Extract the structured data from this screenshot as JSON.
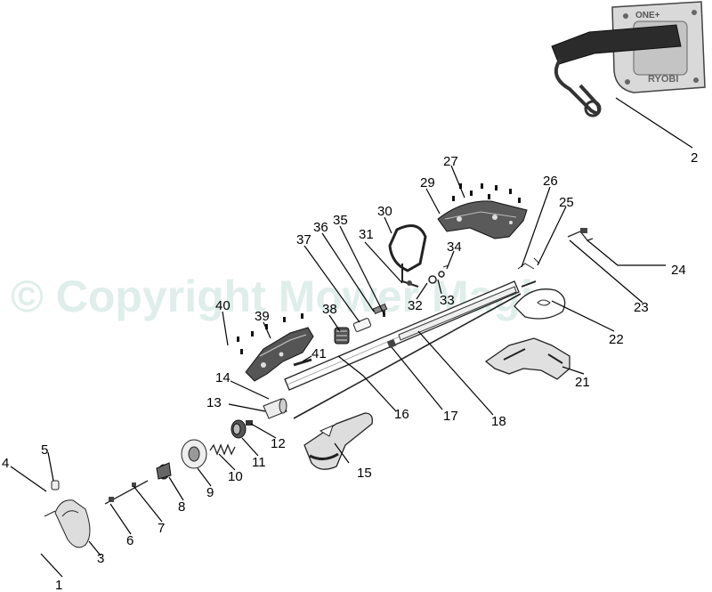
{
  "watermark": "© Copyright Mower Magic",
  "bracket": {
    "brand_top": "ONE+",
    "brand_bottom": "RYOBI"
  },
  "callouts": [
    {
      "id": "1",
      "label": "1"
    },
    {
      "id": "2",
      "label": "2"
    },
    {
      "id": "3",
      "label": "3"
    },
    {
      "id": "4",
      "label": "4"
    },
    {
      "id": "5",
      "label": "5"
    },
    {
      "id": "6",
      "label": "6"
    },
    {
      "id": "7",
      "label": "7"
    },
    {
      "id": "8",
      "label": "8"
    },
    {
      "id": "9",
      "label": "9"
    },
    {
      "id": "10",
      "label": "10"
    },
    {
      "id": "11",
      "label": "11"
    },
    {
      "id": "12",
      "label": "12"
    },
    {
      "id": "13",
      "label": "13"
    },
    {
      "id": "14",
      "label": "14"
    },
    {
      "id": "15",
      "label": "15"
    },
    {
      "id": "16",
      "label": "16"
    },
    {
      "id": "17",
      "label": "17"
    },
    {
      "id": "18",
      "label": "18"
    },
    {
      "id": "21",
      "label": "21"
    },
    {
      "id": "22",
      "label": "22"
    },
    {
      "id": "23",
      "label": "23"
    },
    {
      "id": "24",
      "label": "24"
    },
    {
      "id": "25",
      "label": "25"
    },
    {
      "id": "26",
      "label": "26"
    },
    {
      "id": "27",
      "label": "27"
    },
    {
      "id": "29",
      "label": "29"
    },
    {
      "id": "30",
      "label": "30"
    },
    {
      "id": "31",
      "label": "31"
    },
    {
      "id": "32",
      "label": "32"
    },
    {
      "id": "33",
      "label": "33"
    },
    {
      "id": "34",
      "label": "34"
    },
    {
      "id": "35",
      "label": "35"
    },
    {
      "id": "36",
      "label": "36"
    },
    {
      "id": "37",
      "label": "37"
    },
    {
      "id": "38",
      "label": "38"
    },
    {
      "id": "39",
      "label": "39"
    },
    {
      "id": "40",
      "label": "40"
    },
    {
      "id": "41",
      "label": "41"
    }
  ]
}
